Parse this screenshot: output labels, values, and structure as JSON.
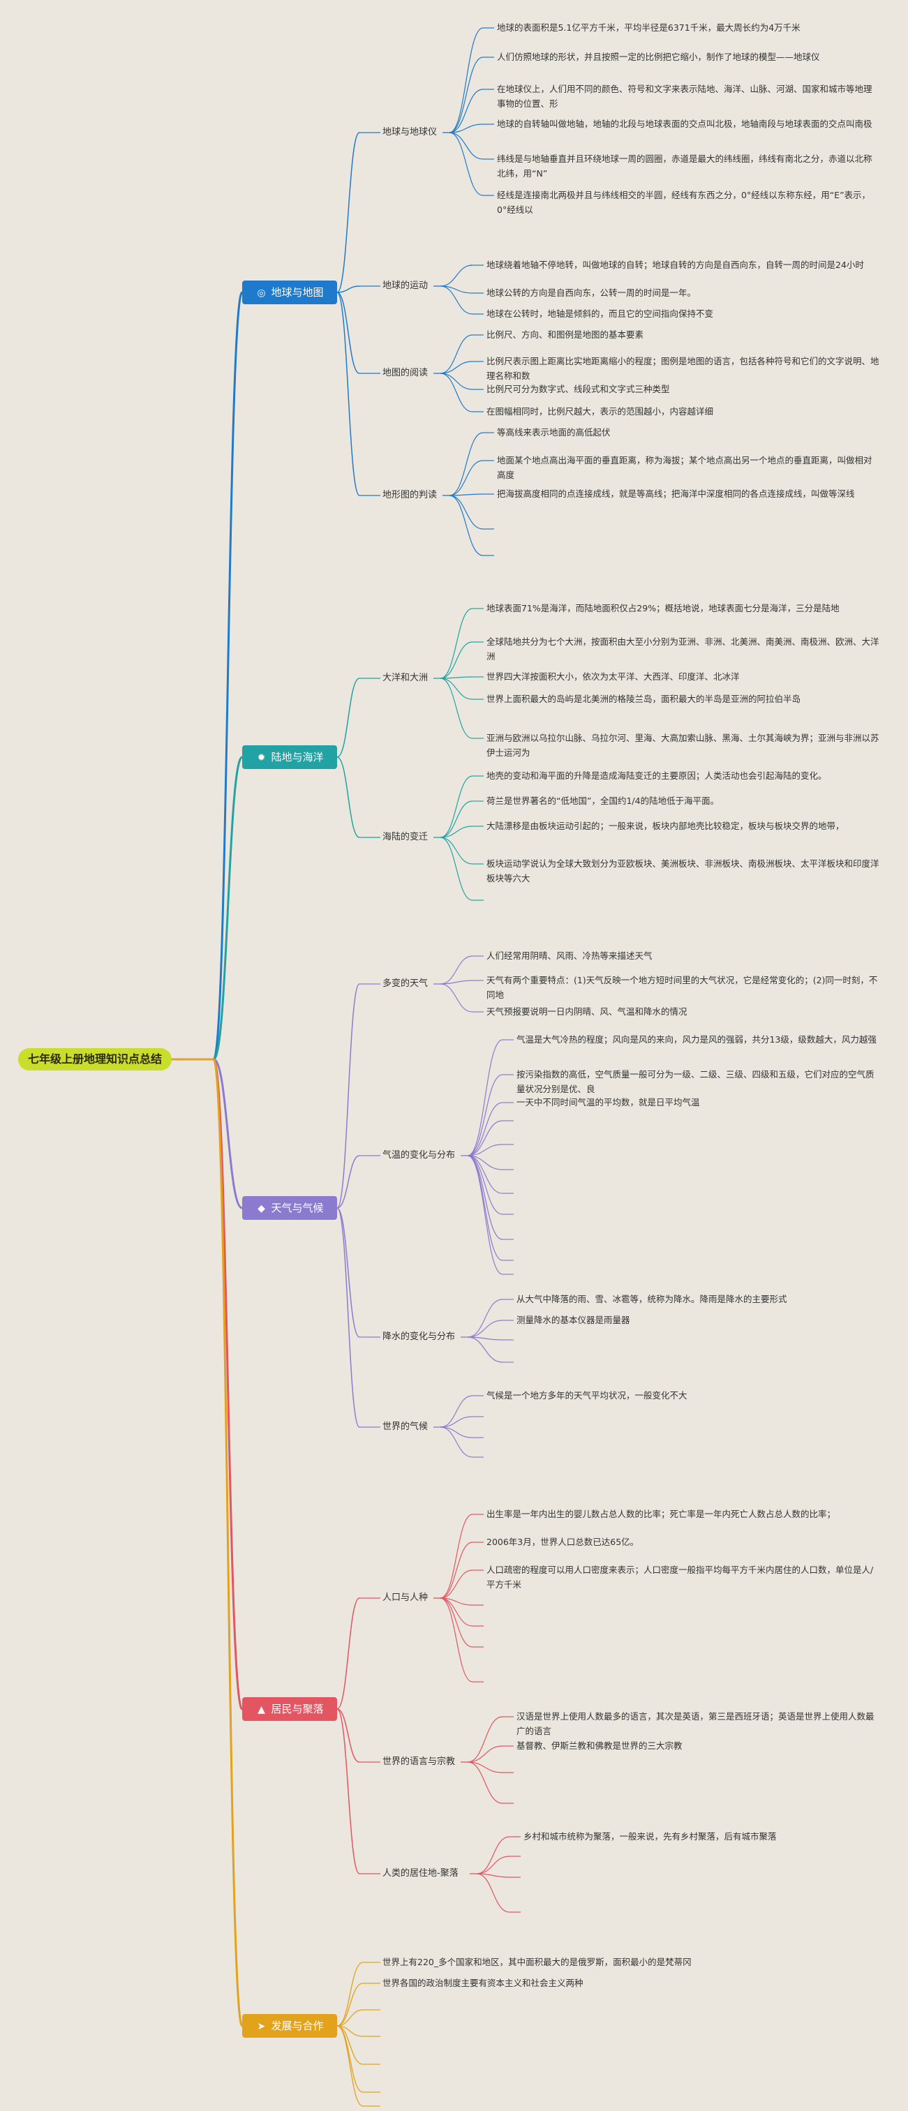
{
  "title": "七年级上册地理知识点总结",
  "colors": {
    "root_line": "#e0a030",
    "cat1": "#1f7acb",
    "cat2": "#22a2a3",
    "cat3": "#8b7bcf",
    "cat4": "#e25561",
    "cat5": "#e3a21b"
  },
  "categories": [
    {
      "id": "cat1",
      "icon": "globe-icon",
      "glyph": "◎",
      "label": "地球与地图",
      "subs": [
        {
          "label": "地球与地球仪",
          "items": [
            "地球的表面积是5.1亿平方千米，平均半径是6371千米，最大周长约为4万千米",
            "人们仿照地球的形状，并且按照一定的比例把它缩小，制作了地球的模型——地球仪",
            "在地球仪上，人们用不同的颜色、符号和文字来表示陆地、海洋、山脉、河湖、国家和城市等地理事物的位置、形",
            "地球的自转轴叫做地轴，地轴的北段与地球表面的交点叫北极，地轴南段与地球表面的交点叫南极",
            "纬线是与地轴垂直并且环绕地球一周的圆圈，赤道是最大的纬线圈，纬线有南北之分，赤道以北称北纬，用“N”",
            "经线是连接南北两极并且与纬线相交的半圆，经线有东西之分，0°经线以东称东经，用“E”表示，0°经线以"
          ]
        },
        {
          "label": "地球的运动",
          "items": [
            "地球绕着地轴不停地转，叫做地球的自转；地球自转的方向是自西向东，自转一周的时间是24小时",
            "地球公转的方向是自西向东，公转一周的时间是一年。",
            "地球在公转时，地轴是倾斜的，而且它的空间指向保持不变"
          ]
        },
        {
          "label": "地图的阅读",
          "items": [
            "比例尺、方向、和图例是地图的基本要素",
            "比例尺表示图上距离比实地距离缩小的程度；图例是地图的语言，包括各种符号和它们的文字说明、地理名称和数",
            "比例尺可分为数字式、线段式和文字式三种类型",
            "在图幅相同时，比例尺越大，表示的范围越小，内容越详细"
          ]
        },
        {
          "label": "地形图的判读",
          "items": [
            "等高线来表示地面的高低起伏",
            "地面某个地点高出海平面的垂直距离，称为海拔；某个地点高出另一个地点的垂直距离，叫做相对高度",
            "把海拔高度相同的点连接成线，就是等高线；把海洋中深度相同的各点连接成线，叫做等深线",
            "",
            ""
          ]
        }
      ]
    },
    {
      "id": "cat2",
      "icon": "sun-icon",
      "glyph": "✹",
      "label": "陆地与海洋",
      "subs": [
        {
          "label": "大洋和大洲",
          "items": [
            "地球表面71%是海洋，而陆地面积仅占29%；概括地说，地球表面七分是海洋，三分是陆地",
            "全球陆地共分为七个大洲，按面积由大至小分别为亚洲、非洲、北美洲、南美洲、南极洲、欧洲、大洋洲",
            "世界四大洋按面积大小，依次为太平洋、大西洋、印度洋、北冰洋",
            "世界上面积最大的岛屿是北美洲的格陵兰岛，面积最大的半岛是亚洲的阿拉伯半岛",
            "亚洲与欧洲以乌拉尔山脉、乌拉尔河、里海、大高加索山脉、黑海、土尔其海峡为界；亚洲与非洲以苏伊士运河为"
          ]
        },
        {
          "label": "海陆的变迁",
          "items": [
            "地壳的变动和海平面的升降是造成海陆变迁的主要原因；人类活动也会引起海陆的变化。",
            "荷兰是世界著名的“低地国”，全国约1/4的陆地低于海平面。",
            "大陆漂移是由板块运动引起的；一般来说，板块内部地壳比较稳定，板块与板块交界的地带，",
            "板块运动学说认为全球大致划分为亚欧板块、美洲板块、非洲板块、南极洲板块、太平洋板块和印度洋板块等六大",
            ""
          ]
        }
      ]
    },
    {
      "id": "cat3",
      "icon": "gem-icon",
      "glyph": "◆",
      "label": "天气与气候",
      "subs": [
        {
          "label": "多变的天气",
          "items": [
            "人们经常用阴晴、风雨、冷热等来描述天气",
            "天气有两个重要特点：(1)天气反映一个地方短时间里的大气状况，它是经常变化的；(2)同一时刻，不同地",
            "天气预报要说明一日内阴晴、风、气温和降水的情况"
          ]
        },
        {
          "label": "气温的变化与分布",
          "items": [
            "气温是大气冷热的程度；风向是风的来向，风力是风的强弱，共分13级，级数越大，风力越强",
            "按污染指数的高低，空气质量一般可分为一级、二级、三级、四级和五级，它们对应的空气质量状况分别是优、良",
            "一天中不同时间气温的平均数，就是日平均气温",
            "",
            "",
            "",
            "",
            "",
            "",
            "",
            ""
          ]
        },
        {
          "label": "降水的变化与分布",
          "items": [
            "从大气中降落的雨、雪、冰雹等，统称为降水。降雨是降水的主要形式",
            "测量降水的基本仪器是雨量器",
            "",
            ""
          ]
        },
        {
          "label": "世界的气候",
          "items": [
            "气候是一个地方多年的天气平均状况，一般变化不大",
            "",
            "",
            ""
          ]
        }
      ]
    },
    {
      "id": "cat4",
      "icon": "fire-icon",
      "glyph": "▲",
      "label": "居民与聚落",
      "subs": [
        {
          "label": "人口与人种",
          "items": [
            "出生率是一年内出生的婴儿数占总人数的比率；死亡率是一年内死亡人数占总人数的比率；",
            "2006年3月，世界人口总数已达65亿。",
            "人口疏密的程度可以用人口密度来表示；人口密度一般指平均每平方千米内居住的人口数，单位是人/平方千米",
            "",
            "",
            "",
            ""
          ]
        },
        {
          "label": "世界的语言与宗教",
          "items": [
            "汉语是世界上使用人数最多的语言，其次是英语，第三是西班牙语；英语是世界上使用人数最广的语言",
            "基督教、伊斯兰教和佛教是世界的三大宗教",
            "",
            ""
          ]
        },
        {
          "label": "人类的居住地-聚落",
          "items": [
            "乡村和城市统称为聚落，一般来说，先有乡村聚落，后有城市聚落",
            "",
            "",
            ""
          ]
        }
      ]
    },
    {
      "id": "cat5",
      "icon": "paper-plane-icon",
      "glyph": "➤",
      "label": "发展与合作",
      "subs": [],
      "items": [
        "世界上有220_多个国家和地区，其中面积最大的是俄罗斯，面积最小的是梵蒂冈",
        "世界各国的政治制度主要有资本主义和社会主义两种",
        "",
        "",
        "",
        "",
        ""
      ]
    }
  ]
}
